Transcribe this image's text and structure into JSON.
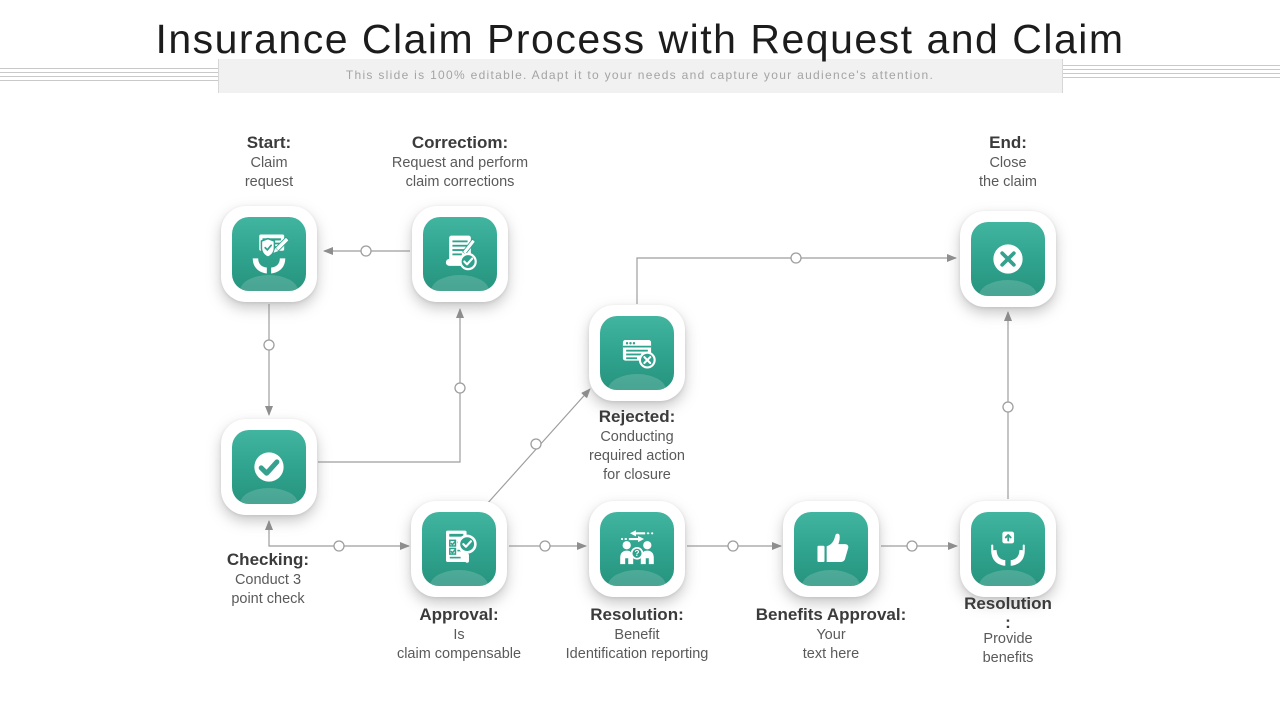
{
  "slide": {
    "title": "Insurance Claim Process with Request and Claim",
    "subtitle": "This slide is 100% editable. Adapt it to your needs and capture your audience's attention."
  },
  "colors": {
    "tile_teal": "#2fa28d",
    "tile_teal_light": "#41b5a0",
    "connector_gray": "#9e9e9e",
    "heading_text": "#3b3b3b",
    "body_text": "#5a5a5a"
  },
  "nodes": [
    {
      "id": "start",
      "title": "Start:",
      "line1": "Claim",
      "line2": "request",
      "icon": "claim-request-icon"
    },
    {
      "id": "correction",
      "title": "Correctiom:",
      "line1": "Request and perform",
      "line2": "claim corrections",
      "icon": "claim-correction-icon"
    },
    {
      "id": "end",
      "title": "End:",
      "line1": "Close",
      "line2": "the claim",
      "icon": "close-claim-icon"
    },
    {
      "id": "rejected",
      "title": "Rejected:",
      "line1": "Conducting",
      "line2": "required action",
      "line3": "for closure",
      "icon": "rejected-window-icon"
    },
    {
      "id": "checking",
      "title": "Checking:",
      "line1": "Conduct 3",
      "line2": "point check",
      "icon": "check-circle-icon"
    },
    {
      "id": "approval",
      "title": "Approval:",
      "line1": "Is",
      "line2": "claim compensable",
      "icon": "claim-review-icon"
    },
    {
      "id": "resolution1",
      "title": "Resolution:",
      "line1": "Benefit",
      "line2": "Identification reporting",
      "icon": "people-discussion-icon"
    },
    {
      "id": "benefits",
      "title": "Benefits Approval:",
      "line1": "Your",
      "line2": "text here",
      "icon": "thumbs-up-icon"
    },
    {
      "id": "resolution2",
      "title": "Resolution",
      "title_colon": ":",
      "line1": "Provide",
      "line2": "benefits",
      "icon": "provide-benefits-icon"
    }
  ]
}
